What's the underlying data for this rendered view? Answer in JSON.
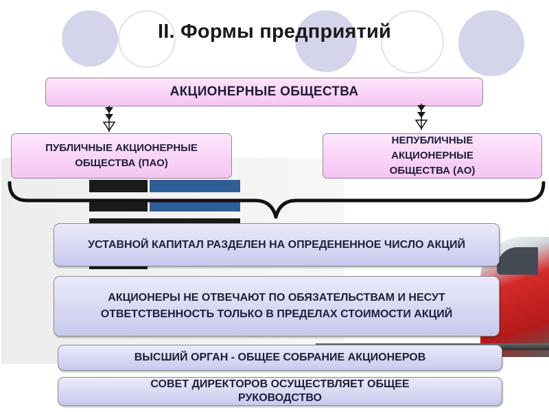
{
  "title": "II. Формы предприятий",
  "top_box": "АКЦИОНЕРНЫЕ ОБЩЕСТВА",
  "left_box": "ПУБЛИЧНЫЕ АКЦИОНЕРНЫЕ ОБЩЕСТВА (ПАО)",
  "right_box": "НЕПУБЛИЧНЫЕ АКЦИОНЕРНЫЕ ОБЩЕСТВА (АО)",
  "features": [
    "УСТАВНОЙ КАПИТАЛ РАЗДЕЛЕН НА ОПРЕДЕНЕННОЕ ЧИСЛО АКЦИЙ",
    "АКЦИОНЕРЫ НЕ ОТВЕЧАЮТ ПО ОБЯЗАТЕЛЬСТВАМ И НЕСУТ ОТВЕТСТВЕННОСТЬ ТОЛЬКО В ПРЕДЕЛАХ СТОИМОСТИ АКЦИЙ",
    "ВЫСШИЙ ОРГАН - ОБЩЕЕ СОБРАНИЕ АКЦИОНЕРОВ",
    "СОВЕТ ДИРЕКТОРОВ ОСУЩЕСТВЛЯЕТ ОБЩЕЕ РУКОВОДСТВО"
  ],
  "colors": {
    "pink_box": "#f6c4f2",
    "blue_box": "#c9c9ee",
    "circle": "#d4d4ea",
    "brace": "#111111"
  }
}
